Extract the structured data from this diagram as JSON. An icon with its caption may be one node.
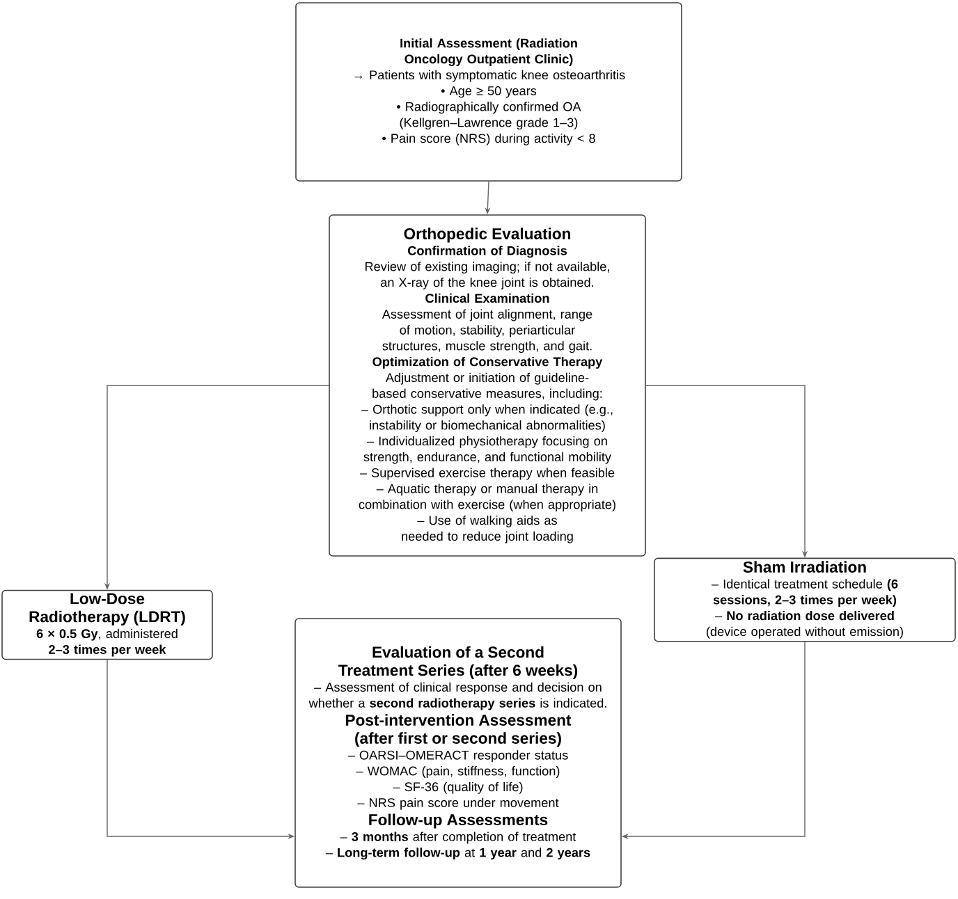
{
  "diagram": {
    "nodes": [
      {
        "text": [
          "Initial Assessment (Radiation Oncology Outpatient Clinic)",
          "→ Patients with symptomatic knee osteoarthritis",
          "• Age ≥ 50 years",
          "• Radiographically confirmed OA (Kellgren–Lawrence grade 1–3)",
          "• Pain score (NRS) during activity < 8"
        ]
      },
      {
        "text": [
          "Orthopedic Evaluation",
          "Confirmation of Diagnosis",
          "Review of existing imaging; if not available, an X-ray of the knee joint is obtained.",
          "Clinical Examination",
          "Assessment of joint alignment, range of motion, stability, periarticular structures, muscle strength, and gait.",
          "Optimization of Conservative Therapy",
          "Adjustment or initiation of guideline-based conservative measures, including:",
          "– Orthotic support only when indicated (e.g., instability or biomechanical abnormalities)",
          "– Individualized physiotherapy focusing on strength, endurance, and functional mobility",
          "– Supervised exercise therapy when feasible",
          "– Aquatic therapy or manual therapy in combination with exercise (when appropriate)",
          "– Use of walking aids as needed to reduce joint loading"
        ]
      },
      {
        "text": [
          "Low-Dose Radiotherapy (LDRT)",
          "**6 × 0.5 Gy**, administered **2–3 times per week**"
        ]
      },
      {
        "text": [
          "Sham Irradiation",
          "– Identical treatment schedule **(6 sessions, 2–3 times per week)**",
          "– **No radiation dose delivered** (device operated without emission)"
        ]
      },
      {
        "text": [
          "Evaluation of a Second Treatment Series (after 6 weeks)",
          "– Assessment of clinical response and decision on whether a **second radiotherapy series** is indicated.",
          "Post-intervention Assessment (after first or second series)",
          "– OARSI–OMERACT responder status",
          "– WOMAC (pain, stiffness, function)",
          "– SF-36 (quality of life)",
          "– NRS pain score under movement",
          "Follow-up Assessments",
          "– **3 months** after completion of treatment",
          "– **Long-term follow-up** at **1 year** and **2 years**"
        ]
      }
    ],
    "edges": [
      {
        "from": 0,
        "to": 1,
        "arrow": "to"
      },
      {
        "from": 1,
        "to": 2,
        "arrow": "to"
      },
      {
        "from": 1,
        "to": 3,
        "arrow": "to"
      },
      {
        "from": 2,
        "to": 4,
        "arrow": "to"
      },
      {
        "from": 3,
        "to": 4,
        "arrow": "to"
      }
    ]
  }
}
